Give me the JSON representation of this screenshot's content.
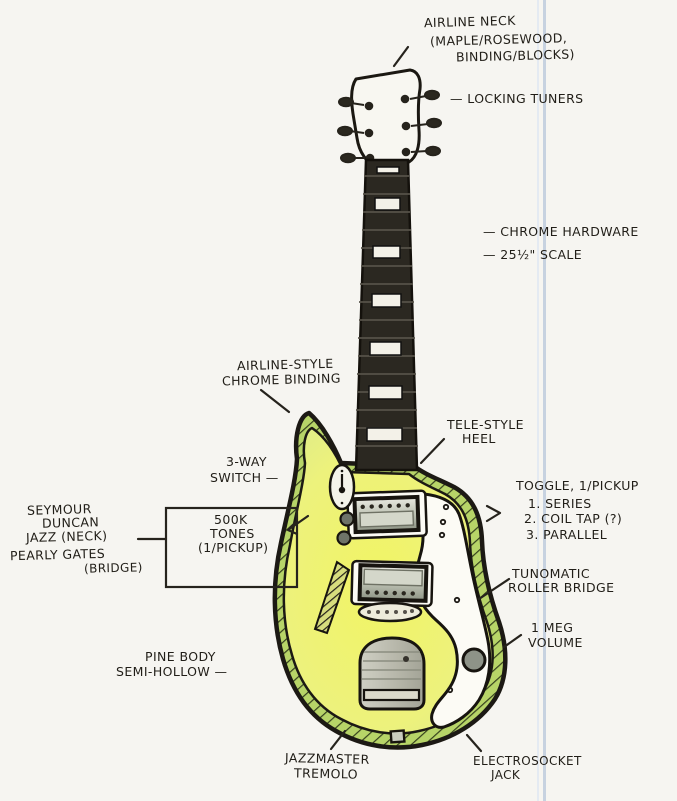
{
  "title": "Hand-drawn guitar design sketch",
  "colors": {
    "ink": "#26231d",
    "paper": "#f6f5f1",
    "rule_blue": "#c7d2e0",
    "body_yellow": "#eef279",
    "binding_green": "#b7d468",
    "chrome_gray": "#c8ccc0"
  },
  "annotations": {
    "neck": {
      "lines": [
        "AIRLINE NECK",
        "(MAPLE/ROSEWOOD,",
        "BINDING/BLOCKS)"
      ]
    },
    "tuners": {
      "lines": [
        "— LOCKING TUNERS"
      ]
    },
    "hardware": {
      "lines": [
        "— CHROME HARDWARE"
      ]
    },
    "scale": {
      "lines": [
        "— 25½\" SCALE"
      ]
    },
    "binding": {
      "lines": [
        "AIRLINE-STYLE",
        "CHROME BINDING"
      ]
    },
    "switch": {
      "lines": [
        "3-WAY",
        "SWITCH —"
      ]
    },
    "heel": {
      "lines": [
        "TELE-STYLE",
        "HEEL"
      ]
    },
    "pickups": {
      "lines": [
        "SEYMOUR",
        "DUNCAN",
        "JAZZ (NECK)",
        "PEARLY GATES",
        "(BRIDGE)"
      ]
    },
    "tones": {
      "lines": [
        "500K",
        "TONES",
        "(1/PICKUP)"
      ]
    },
    "toggle": {
      "lines": [
        "TOGGLE, 1/PICKUP",
        "1. SERIES",
        "2. COIL TAP (?)",
        "3. PARALLEL"
      ]
    },
    "bridge": {
      "lines": [
        "TUNOMATIC",
        "ROLLER BRIDGE"
      ]
    },
    "volume": {
      "lines": [
        "1 MEG",
        "VOLUME"
      ]
    },
    "body": {
      "lines": [
        "PINE BODY",
        "SEMI-HOLLOW —"
      ]
    },
    "tremolo": {
      "lines": [
        "JAZZMASTER",
        "TREMOLO"
      ]
    },
    "jack": {
      "lines": [
        "ELECTROSOCKET",
        "JACK"
      ]
    }
  }
}
